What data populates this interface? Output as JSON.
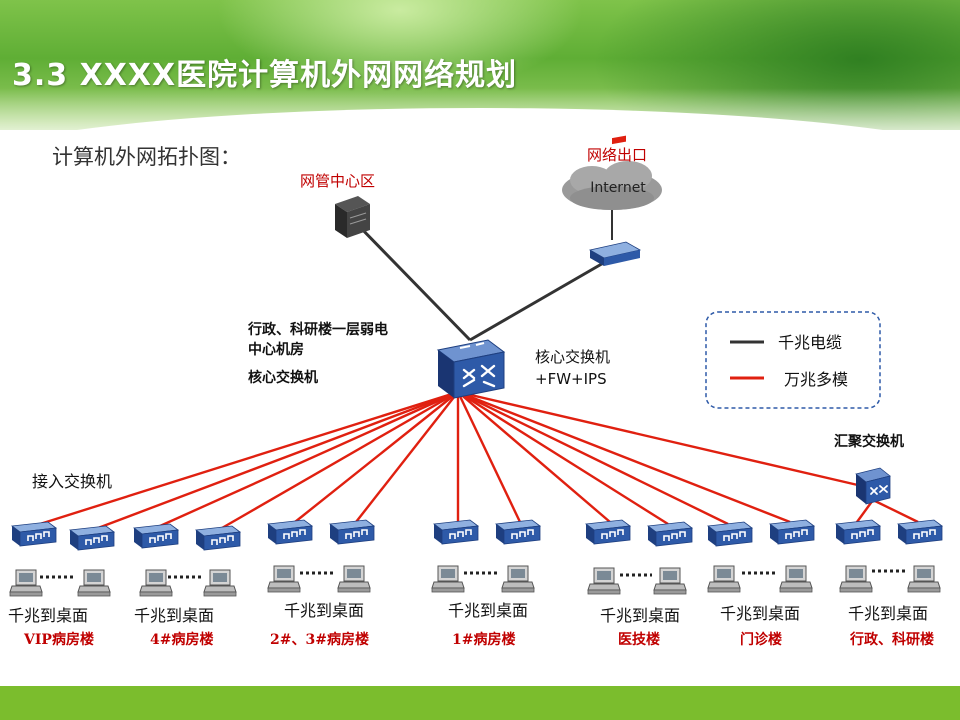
{
  "page_title": "3.3 XXXX医院计算机外网网络规划",
  "subtitle": "计算机外网拓扑图：",
  "nms_label": "网管中心区",
  "exit_label": "网络出口",
  "cloud_label": "Internet",
  "core_location": {
    "line1": "行政、科研楼一层弱电",
    "line2": "中心机房",
    "line3": "核心交换机"
  },
  "core_switch": {
    "line1": "核心交换机",
    "line2": "+FW+IPS"
  },
  "legend": {
    "gigabit": "千兆电缆",
    "tengig": "万兆多模"
  },
  "access_label": "接入交换机",
  "agg_label": "汇聚交换机",
  "groups": [
    {
      "desktop": "千兆到桌面",
      "building": "VIP病房楼"
    },
    {
      "desktop": "千兆到桌面",
      "building": "4#病房楼"
    },
    {
      "desktop": "千兆到桌面",
      "building": "2#、3#病房楼"
    },
    {
      "desktop": "千兆到桌面",
      "building": "1#病房楼"
    },
    {
      "desktop": "千兆到桌面",
      "building": "医技楼"
    },
    {
      "desktop": "千兆到桌面",
      "building": "门诊楼"
    },
    {
      "desktop": "千兆到桌面",
      "building": "行政、科研楼"
    }
  ],
  "colors": {
    "gigabit_line": "#333333",
    "tengig_line": "#e02010",
    "label_red": "#c00000",
    "switch_blue": "#2e5aa8",
    "header_green": "#6db33f",
    "footer_green": "#7bbd2d"
  }
}
